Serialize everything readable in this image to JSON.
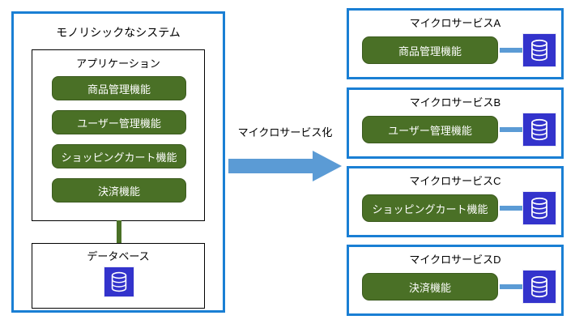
{
  "monolith": {
    "title": "モノリシックなシステム",
    "application": {
      "title": "アプリケーション",
      "features": [
        {
          "label": "商品管理機能"
        },
        {
          "label": "ユーザー管理機能"
        },
        {
          "label": "ショッピングカート機能"
        },
        {
          "label": "決済機能"
        }
      ]
    },
    "database": {
      "title": "データベース",
      "icon": "database-icon"
    }
  },
  "transform": {
    "label": "マイクロサービス化",
    "arrow_icon": "right-arrow-icon",
    "arrow_color": "#5b9bd5"
  },
  "microservices": [
    {
      "title": "マイクロサービスA",
      "feature": "商品管理機能",
      "icon": "database-icon"
    },
    {
      "title": "マイクロサービスB",
      "feature": "ユーザー管理機能",
      "icon": "database-icon"
    },
    {
      "title": "マイクロサービスC",
      "feature": "ショッピングカート機能",
      "icon": "database-icon"
    },
    {
      "title": "マイクロサービスD",
      "feature": "決済機能",
      "icon": "database-icon"
    }
  ],
  "colors": {
    "panel_border": "#1a7fd4",
    "feature_fill": "#4a7026",
    "feature_border": "#3b5a1e",
    "database_fill": "#3333cc",
    "connector_green": "#4a7026",
    "connector_blue": "#5b9bd5",
    "box_border": "#000000"
  }
}
